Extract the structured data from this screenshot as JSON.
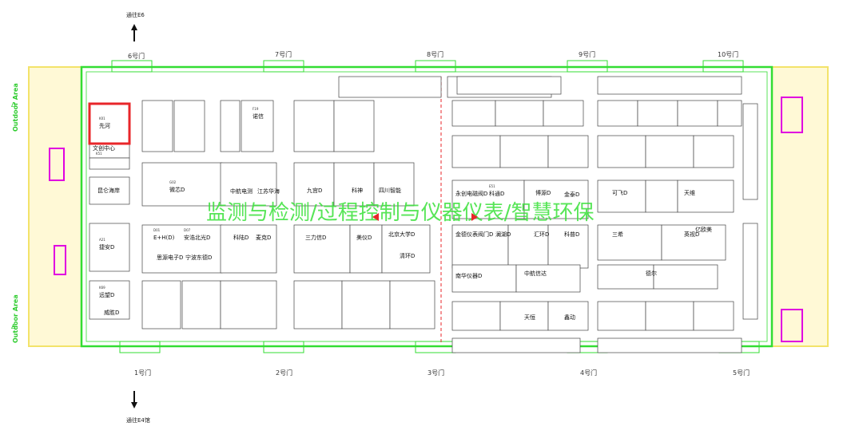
{
  "directions": {
    "north": "通往E6",
    "south": "通往E4馆"
  },
  "outdoor_label": "Outdoor Area",
  "banner": "监测与检测/过程控制与仪器仪表/智慧环保",
  "gates_top": [
    "6号门",
    "7号门",
    "8号门",
    "9号门",
    "10号门"
  ],
  "gates_bottom": [
    "1号门",
    "2号门",
    "3号门",
    "4号门",
    "5号门"
  ],
  "highlight": {
    "code": "K01",
    "name": "先河"
  },
  "colors": {
    "hall_outline": "#33dd33",
    "highlight": "#e8262a",
    "booth_border": "#444444",
    "magenta": "#e000e0",
    "yellow_zone": "#f3e36a"
  },
  "booths": [
    {
      "code": "K01",
      "name": "先河"
    },
    {
      "code": "",
      "name": "文创中心"
    },
    {
      "code": "K51",
      "name": ""
    },
    {
      "code": "",
      "name": "昆仑海岸"
    },
    {
      "code": "A21",
      "name": "捷安D"
    },
    {
      "code": "K69",
      "name": "远望D"
    },
    {
      "code": "",
      "name": "威胜D"
    },
    {
      "code": "G02",
      "name": "微芯D"
    },
    {
      "code": "D01",
      "name": "E+H(D)"
    },
    {
      "code": "D07",
      "name": "安浩北光D"
    },
    {
      "code": "",
      "name": "思源电子D"
    },
    {
      "code": "",
      "name": "宁波东德D"
    },
    {
      "code": "F19",
      "name": "诺信"
    },
    {
      "code": "",
      "name": "中航电测"
    },
    {
      "code": "",
      "name": "江苏华海"
    },
    {
      "code": "",
      "name": "科陆D"
    },
    {
      "code": "",
      "name": "麦克D"
    },
    {
      "code": "",
      "name": "三力信D"
    },
    {
      "code": "",
      "name": "美仪D"
    },
    {
      "code": "",
      "name": "北京大学D"
    },
    {
      "code": "",
      "name": "清环D"
    },
    {
      "code": "",
      "name": "九宫D"
    },
    {
      "code": "",
      "name": "科神"
    },
    {
      "code": "",
      "name": "四川智能"
    },
    {
      "code": "E51",
      "name": "科通D"
    },
    {
      "code": "",
      "name": "永创电磁阀D"
    },
    {
      "code": "",
      "name": "博源D"
    },
    {
      "code": "",
      "name": "金泰D"
    },
    {
      "code": "",
      "name": "金德仪表阀门D"
    },
    {
      "code": "",
      "name": "澜湖D"
    },
    {
      "code": "",
      "name": "汇环D"
    },
    {
      "code": "",
      "name": "科普D"
    },
    {
      "code": "",
      "name": "可飞D"
    },
    {
      "code": "",
      "name": "天维"
    },
    {
      "code": "",
      "name": "三希"
    },
    {
      "code": "",
      "name": "英视D"
    },
    {
      "code": "",
      "name": "亿欧美"
    },
    {
      "code": "",
      "name": "南华仪器D"
    },
    {
      "code": "",
      "name": "中航信达"
    },
    {
      "code": "",
      "name": "天恒"
    },
    {
      "code": "",
      "name": "鑫动"
    },
    {
      "code": "",
      "name": "德尔"
    }
  ]
}
